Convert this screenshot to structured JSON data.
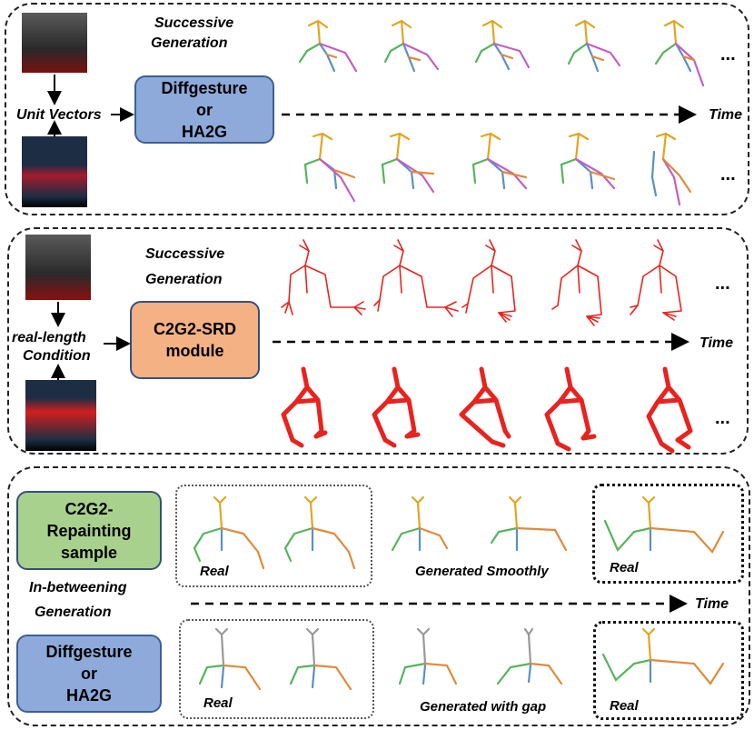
{
  "panel1": {
    "title_line1": "Successive",
    "title_line2": "Generation",
    "input_label": "Unit Vectors",
    "model_line1": "Diffgesture",
    "model_line2": "or",
    "model_line3": "HA2G",
    "time_label": "Time",
    "ellipsis": "..."
  },
  "panel2": {
    "title_line1": "Successive",
    "title_line2": "Generation",
    "input_label_line1": "real-length",
    "input_label_line2": "Condition",
    "model_line1": "C2G2-SRD",
    "model_line2": "module",
    "time_label": "Time",
    "ellipsis": "..."
  },
  "panel3": {
    "model_a_line1": "C2G2-",
    "model_a_line2": "Repainting",
    "model_a_line3": "sample",
    "title_line1": "In-betweening",
    "title_line2": "Generation",
    "model_b_line1": "Diffgesture",
    "model_b_line2": "or",
    "model_b_line3": "HA2G",
    "time_label": "Time",
    "row1_real_left": "Real",
    "row1_generated": "Generated  Smoothly",
    "row1_real_right": "Real",
    "row2_real_left": "Real",
    "row2_generated": "Generated with gap",
    "row2_real_right": "Real"
  },
  "colors": {
    "blue_box": "#8eaadb",
    "orange_box": "#f4b183",
    "green_box": "#a9d18e",
    "red_skeleton": "#e8231f"
  }
}
